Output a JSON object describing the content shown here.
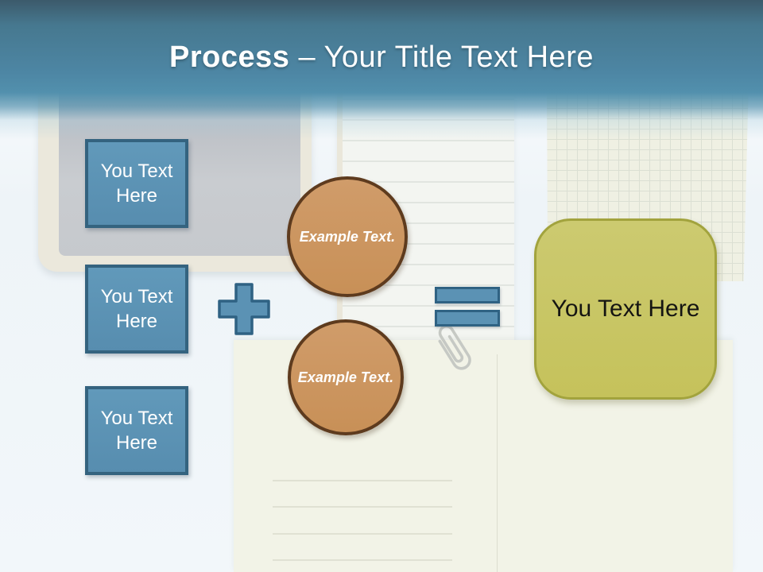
{
  "title": {
    "bold": "Process",
    "rest": " – Your Title Text Here"
  },
  "steps": [
    {
      "label": "You Text Here"
    },
    {
      "label": "You Text Here"
    },
    {
      "label": "You Text Here"
    }
  ],
  "operators": {
    "plus": "+",
    "equals": "="
  },
  "examples": [
    {
      "label": "Example Text."
    },
    {
      "label": "Example Text."
    }
  ],
  "result": {
    "label": "You Text Here"
  },
  "colors": {
    "header_top": "#3c5a6b",
    "header_blue": "#4d86a4",
    "accent_blue": "#5b92b4",
    "accent_blue_border": "#34637f",
    "circle_fill": "#cd9663",
    "circle_border": "#5e3b1e",
    "result_fill": "#c8c566",
    "result_border": "#a2a33d",
    "title_text": "#ffffff"
  }
}
